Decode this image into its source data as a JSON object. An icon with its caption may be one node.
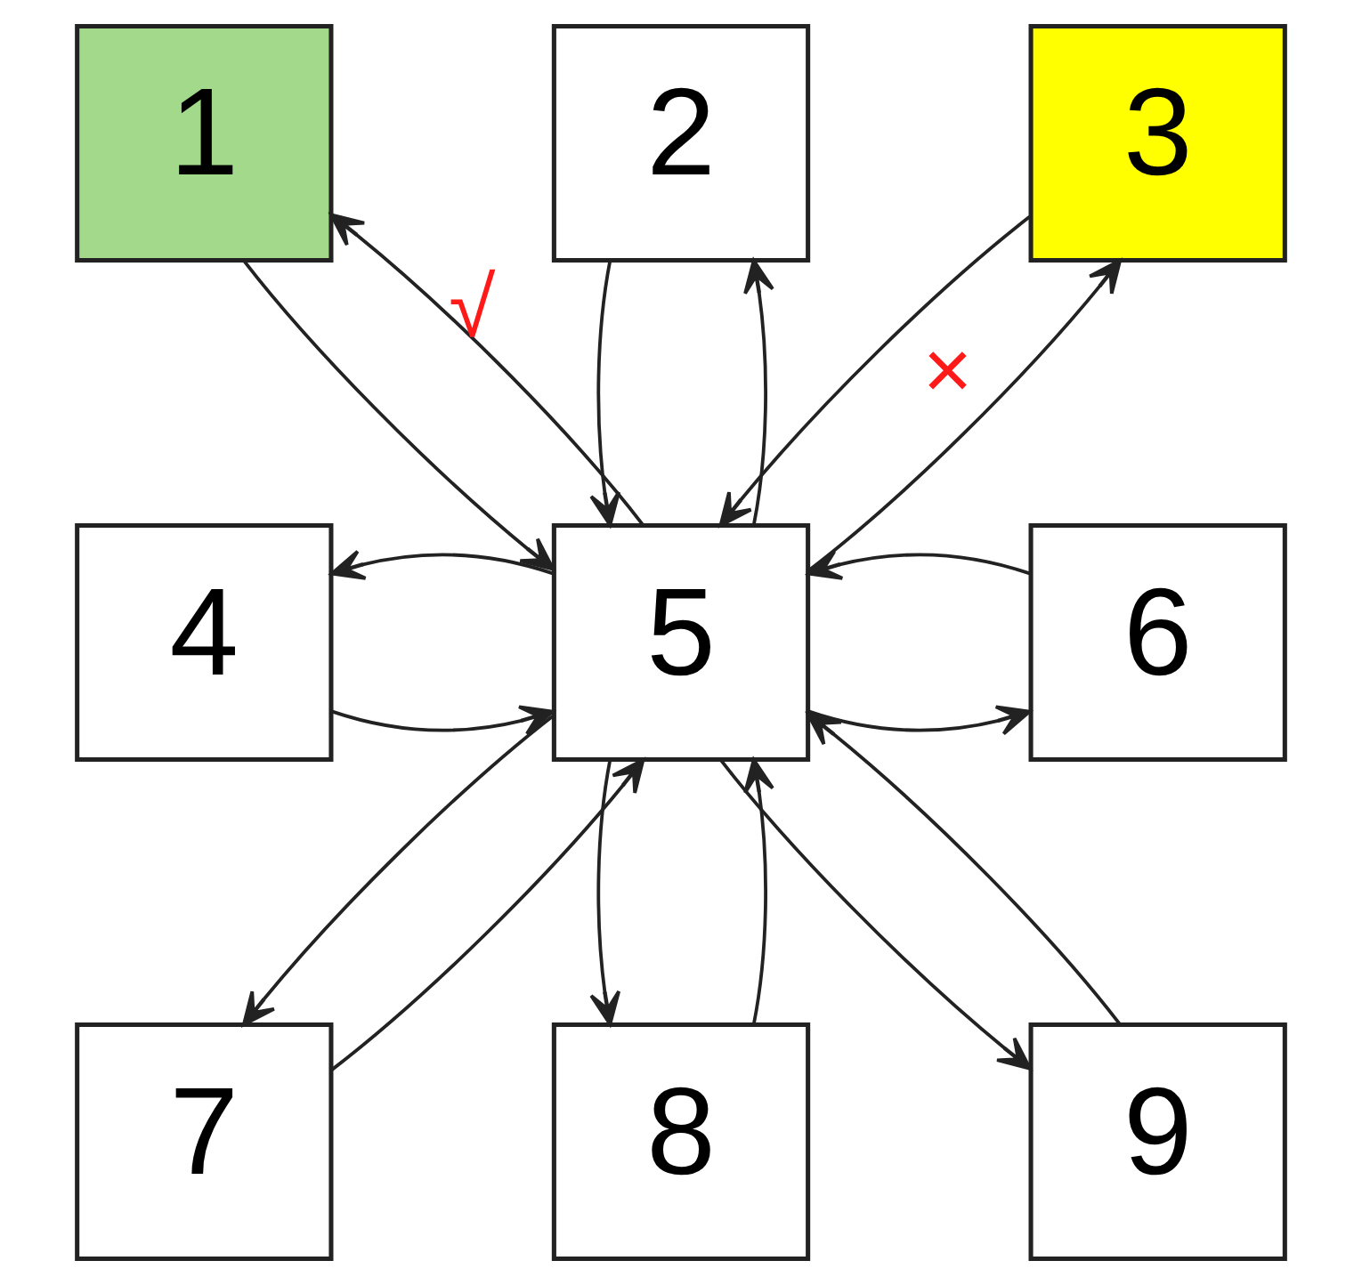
{
  "diagram": {
    "nodes": [
      {
        "text": [
          "1"
        ]
      },
      {
        "text": [
          "2"
        ]
      },
      {
        "text": [
          "3"
        ]
      },
      {
        "text": [
          "4"
        ]
      },
      {
        "text": [
          "5"
        ]
      },
      {
        "text": [
          "6"
        ]
      },
      {
        "text": [
          "7"
        ]
      },
      {
        "text": [
          "8"
        ]
      },
      {
        "text": [
          "9"
        ]
      }
    ],
    "edges": [
      {
        "from": 4,
        "to": 0,
        "arrow": "to",
        "label": "√"
      },
      {
        "from": 0,
        "to": 4,
        "arrow": "to"
      },
      {
        "from": 4,
        "to": 1,
        "arrow": "to"
      },
      {
        "from": 1,
        "to": 4,
        "arrow": "to"
      },
      {
        "from": 4,
        "to": 2,
        "arrow": "to",
        "label": "×"
      },
      {
        "from": 2,
        "to": 4,
        "arrow": "to"
      },
      {
        "from": 3,
        "to": 4,
        "arrow": "to"
      },
      {
        "from": 4,
        "to": 3,
        "arrow": "to"
      },
      {
        "from": 4,
        "to": 5,
        "arrow": "to"
      },
      {
        "from": 5,
        "to": 4,
        "arrow": "to"
      },
      {
        "from": 4,
        "to": 6,
        "arrow": "to"
      },
      {
        "from": 6,
        "to": 4,
        "arrow": "to"
      },
      {
        "from": 7,
        "to": 4,
        "arrow": "to"
      },
      {
        "from": 4,
        "to": 7,
        "arrow": "to"
      },
      {
        "from": 4,
        "to": 8,
        "arrow": "to"
      },
      {
        "from": 8,
        "to": 4,
        "arrow": "to"
      }
    ]
  }
}
